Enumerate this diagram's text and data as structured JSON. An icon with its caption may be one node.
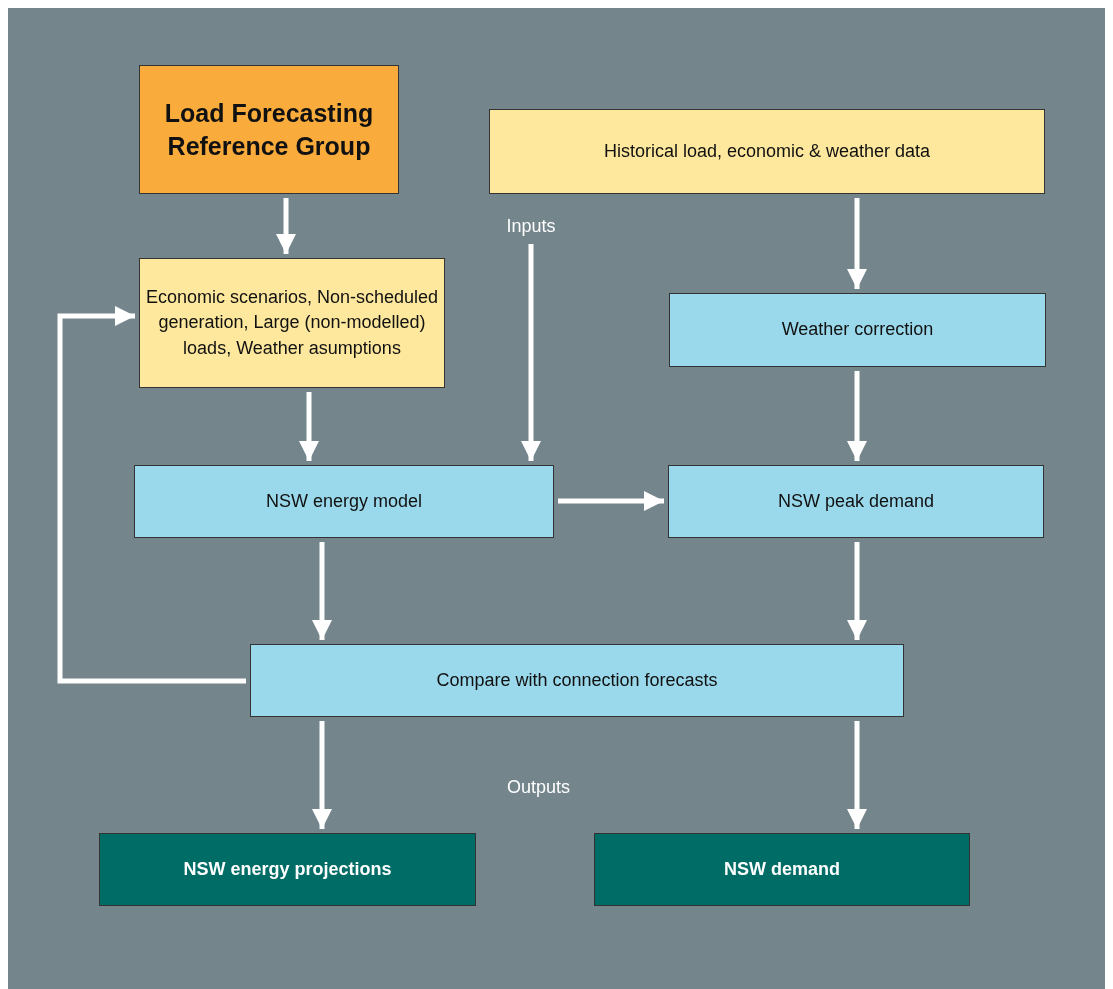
{
  "diagram": {
    "nodes": [
      {
        "text": [
          "Load Forecasting Reference Group"
        ]
      },
      {
        "text": [
          "Historical load, economic & weather data"
        ]
      },
      {
        "text": [
          "Inputs"
        ]
      },
      {
        "text": [
          "Economic scenarios, Non-scheduled generation, Large (non-modelled) loads, Weather asumptions"
        ]
      },
      {
        "text": [
          "Weather correction"
        ]
      },
      {
        "text": [
          "NSW energy model"
        ]
      },
      {
        "text": [
          "NSW peak demand"
        ]
      },
      {
        "text": [
          "Compare with connection forecasts"
        ]
      },
      {
        "text": [
          "NSW energy projections"
        ]
      },
      {
        "text": [
          "NSW demand"
        ]
      }
    ],
    "edges": [
      {
        "from": 0,
        "to": 3,
        "arrow": "to"
      },
      {
        "from": 1,
        "to": 4,
        "arrow": "to"
      },
      {
        "from": 3,
        "to": 5,
        "arrow": "to"
      },
      {
        "from": 2,
        "to": 5,
        "arrow": "to"
      },
      {
        "from": 4,
        "to": 6,
        "arrow": "to"
      },
      {
        "from": 5,
        "to": 6,
        "arrow": "to"
      },
      {
        "from": 5,
        "to": 7,
        "arrow": "to"
      },
      {
        "from": 6,
        "to": 7,
        "arrow": "to"
      },
      {
        "from": 7,
        "to": 3,
        "arrow": "to"
      },
      {
        "from": 7,
        "to": 8,
        "arrow": "to"
      },
      {
        "from": 7,
        "to": 9,
        "arrow": "to"
      }
    ],
    "labels": [
      "Outputs"
    ]
  }
}
